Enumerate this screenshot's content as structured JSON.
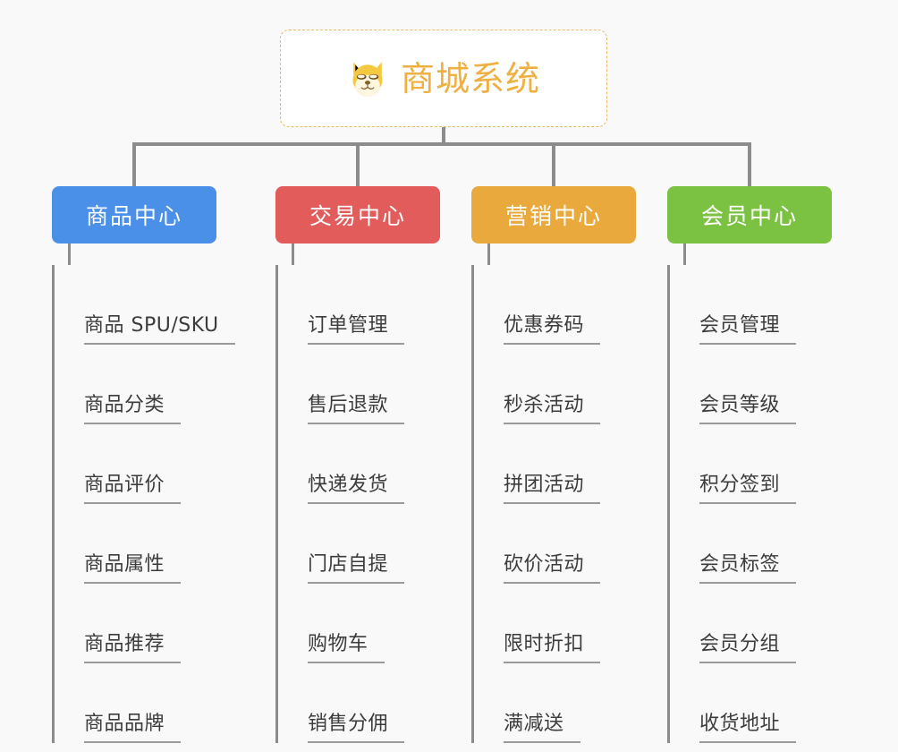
{
  "root": {
    "title": "商城系统",
    "icon": "shiba-dog-icon",
    "title_color": "#efaf41",
    "border_color": "#e8b964",
    "background": "#ffffff"
  },
  "canvas": {
    "background": "#f9f9f9",
    "connector_color": "#8c8c8c"
  },
  "columns": [
    {
      "title": "商品中心",
      "color": "#4a90e8",
      "items": [
        "商品 SPU/SKU",
        "商品分类",
        "商品评价",
        "商品属性",
        "商品推荐",
        "商品品牌"
      ]
    },
    {
      "title": "交易中心",
      "color": "#e25c5c",
      "items": [
        "订单管理",
        "售后退款",
        "快递发货",
        "门店自提",
        "购物车",
        "销售分佣"
      ]
    },
    {
      "title": "营销中心",
      "color": "#eaa93c",
      "items": [
        "优惠券码",
        "秒杀活动",
        "拼团活动",
        "砍价活动",
        "限时折扣",
        "满减送"
      ]
    },
    {
      "title": "会员中心",
      "color": "#7cc242",
      "items": [
        "会员管理",
        "会员等级",
        "积分签到",
        "会员标签",
        "会员分组",
        "收货地址"
      ]
    }
  ]
}
